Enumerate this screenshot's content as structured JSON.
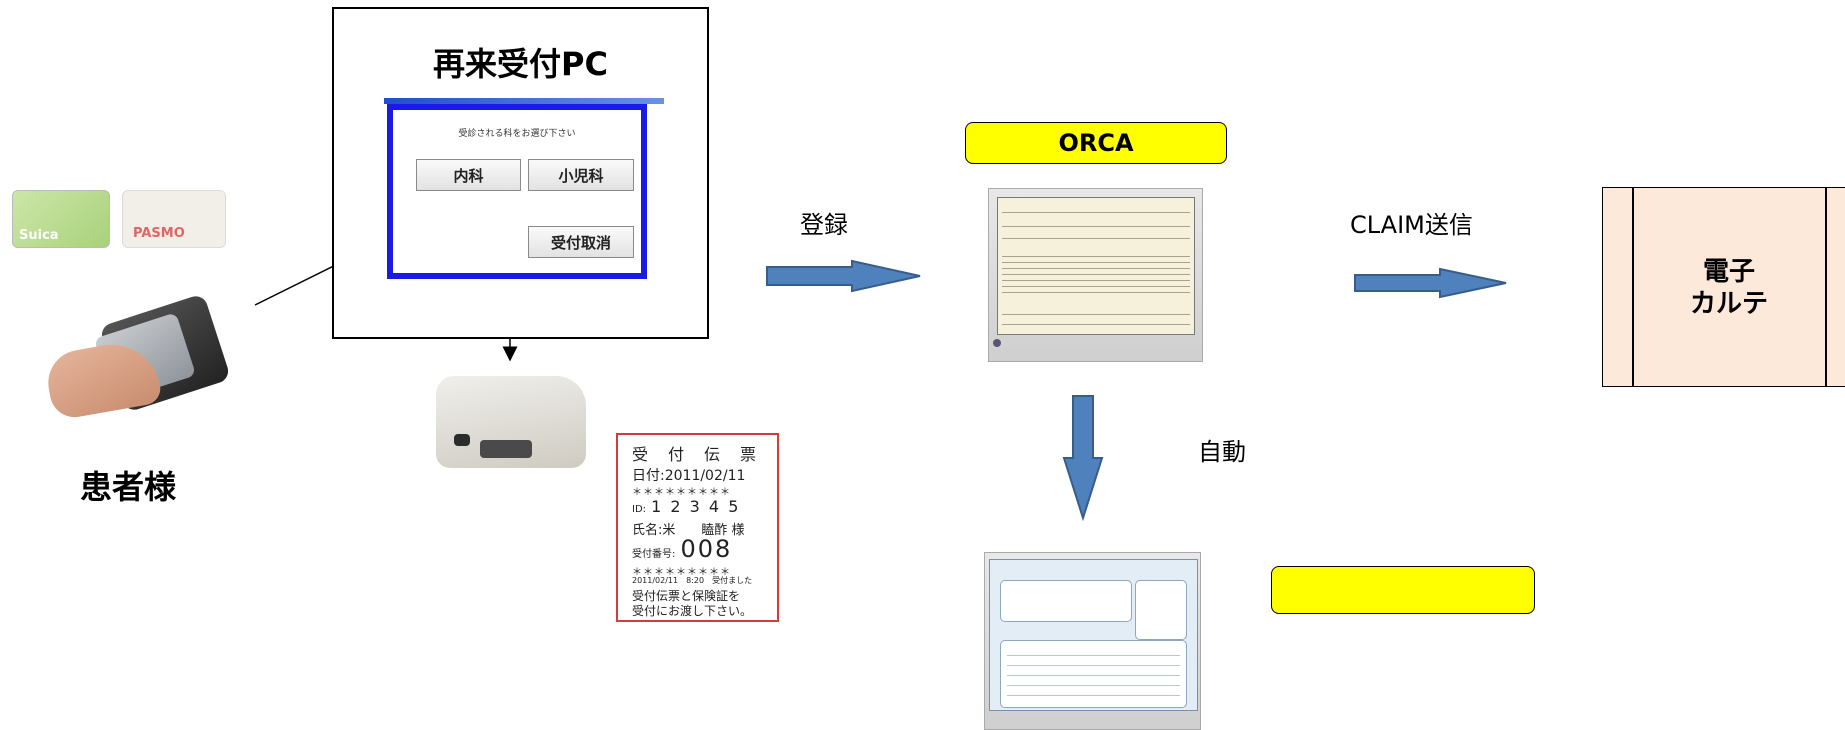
{
  "patient": {
    "card1": "Suica",
    "card2": "PASMO",
    "label": "患者様"
  },
  "reception_pc": {
    "title": "再来受付PC",
    "instruction": "受診される科をお選び下さい",
    "buttons": [
      "内科",
      "小児科",
      "受付取消"
    ]
  },
  "ticket": {
    "title": "受　付　伝　票",
    "date": "日付:2011/02/11",
    "stars": "＊＊＊＊＊＊＊＊＊",
    "id_label": "ID:",
    "id_value": "1 2 3 4 5",
    "name": "氏名:米　　瞌酢 様",
    "number_label": "受付番号:",
    "number_value": "008",
    "stars2": "＊＊＊＊＊＊＊＊＊",
    "time_line": "2011/02/11　8:20　受付ました",
    "note_line1": "受付伝票と保険証を",
    "note_line2": "受付にお渡し下さい。"
  },
  "flow": {
    "register": "登録",
    "orca": "ORCA",
    "claim": "CLAIM送信",
    "auto": "自動",
    "yellow_box": ""
  },
  "karte": {
    "line1": "電子",
    "line2": "カルテ"
  },
  "colors": {
    "arrow_fill": "#4f81bd",
    "arrow_stroke": "#385d8a",
    "orca_label": "#ffff00",
    "karte_fill": "#fde9d9",
    "ticket_border": "#d23c3c",
    "window_border": "#1a1ae6"
  }
}
